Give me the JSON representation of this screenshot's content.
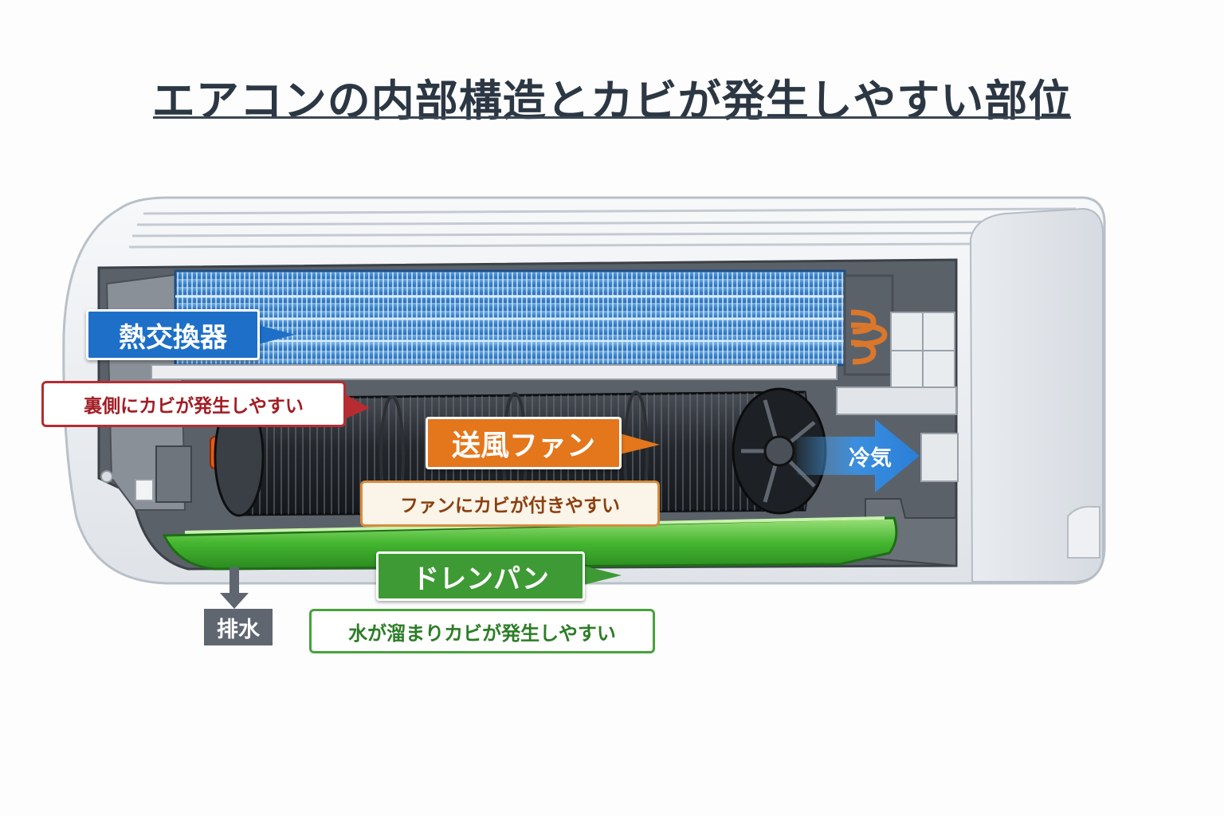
{
  "title": "エアコンの内部構造とカビが発生しやすい部位",
  "components": {
    "heat_exchanger": {
      "label": "熱交換器",
      "note": "裏側にカビが発生しやすい",
      "color": "#1e6fc7"
    },
    "fan": {
      "label": "送風ファン",
      "note": "ファンにカビが付きやすい",
      "color": "#e4761c"
    },
    "drain_pan": {
      "label": "ドレンパン",
      "note": "水が溜まりカビが発生しやすい",
      "color": "#3d9a34"
    }
  },
  "flows": {
    "discharge": "排水",
    "cool_air": "冷気"
  }
}
